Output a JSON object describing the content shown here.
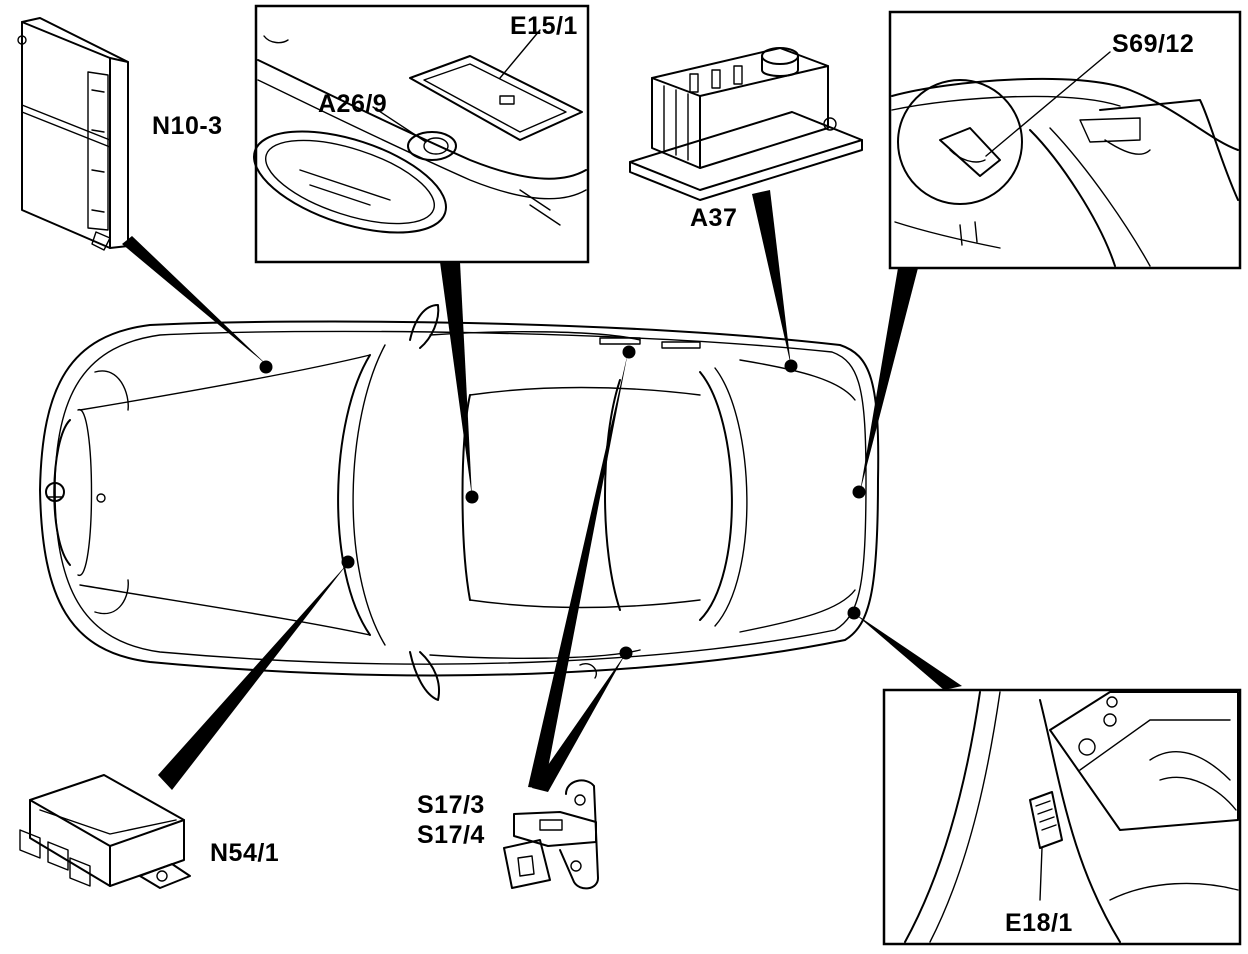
{
  "diagram": {
    "components": [
      {
        "id": "N10-3",
        "label": "N10-3"
      },
      {
        "id": "A26/9",
        "label": "A26/9"
      },
      {
        "id": "E15/1",
        "label": "E15/1"
      },
      {
        "id": "A37",
        "label": "A37"
      },
      {
        "id": "S69/12",
        "label": "S69/12"
      },
      {
        "id": "N54/1",
        "label": "N54/1"
      },
      {
        "id": "S17/3",
        "label": "S17/3"
      },
      {
        "id": "S17/4",
        "label": "S17/4"
      },
      {
        "id": "E18/1",
        "label": "E18/1"
      }
    ]
  }
}
